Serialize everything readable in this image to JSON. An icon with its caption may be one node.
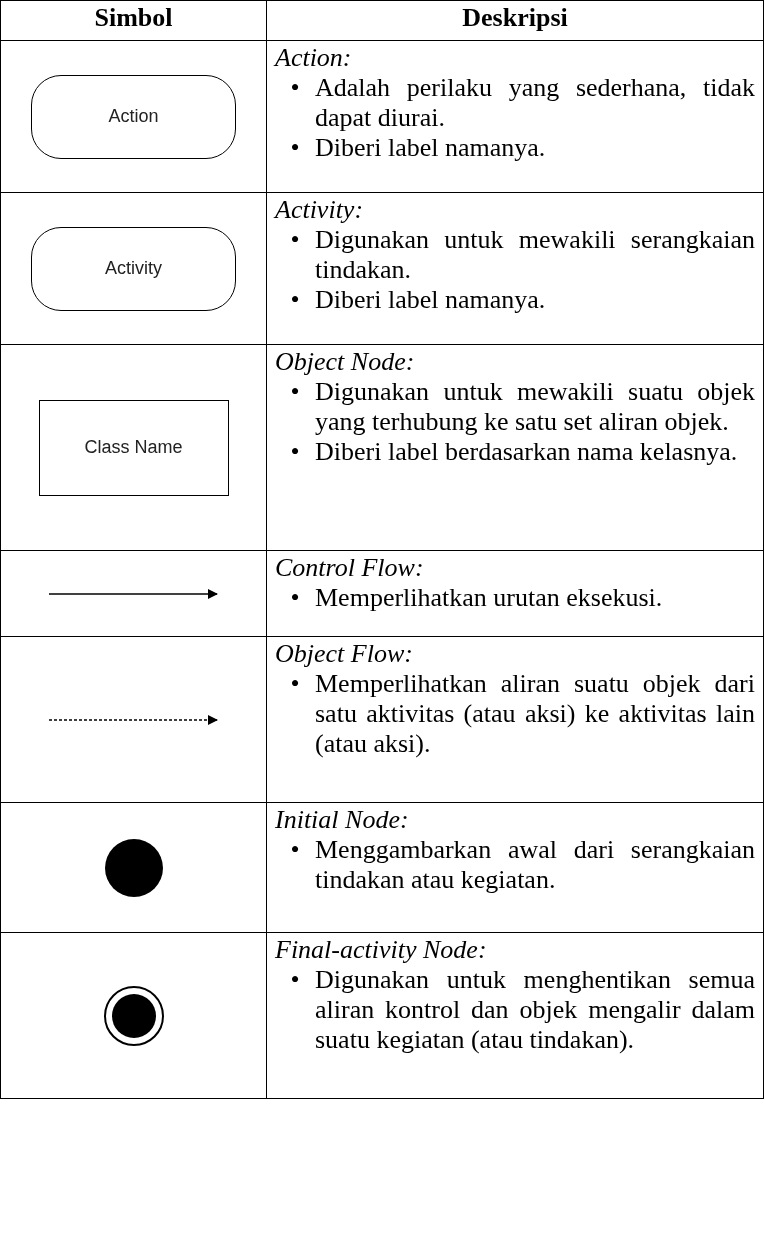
{
  "diagram": {
    "nodes": [
      {
        "text": [
          "Action"
        ]
      },
      {
        "text": [
          "Activity"
        ]
      },
      {
        "text": [
          "Class Name"
        ]
      }
    ],
    "labels": [
      "Simbol",
      "Deskripsi",
      "Action:",
      "•",
      "Adalah perilaku yang sederhana, tidak dapat diurai.",
      "•",
      "Diberi label namanya.",
      "Activity:",
      "•",
      "Digunakan untuk mewakili serangkaian tindakan.",
      "•",
      "Diberi label namanya.",
      "Object Node:",
      "•",
      "Digunakan untuk mewakili suatu objek yang terhubung ke satu set aliran objek.",
      "•",
      "Diberi label berdasarkan nama kelasnya.",
      "Control Flow:",
      "•",
      "Memperlihatkan urutan eksekusi.",
      "Object Flow:",
      "•",
      "Memperlihatkan aliran suatu objek dari satu aktivitas (atau aksi) ke aktivitas lain (atau aksi).",
      "Initial Node:",
      "•",
      "Menggambarkan awal dari serangkaian tindakan atau kegiatan.",
      "Final-activity Node:",
      "•",
      "Digunakan untuk menghentikan semua aliran kontrol dan objek mengalir dalam suatu kegiatan (atau tindakan)."
    ]
  }
}
